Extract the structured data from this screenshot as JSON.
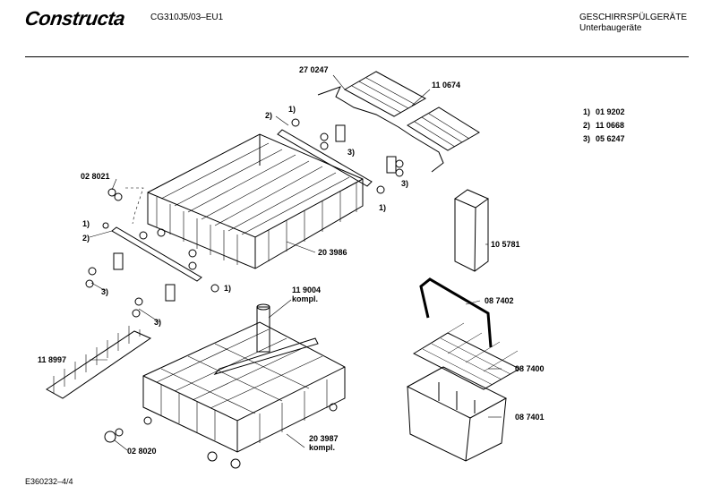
{
  "header": {
    "brand": "Constructa",
    "model": "CG310J5/03–EU1",
    "category_line1": "GESCHIRRSPÜLGERÄTE",
    "category_line2": "Unterbaugeräte"
  },
  "footer": {
    "doc_id": "E360232–4/4"
  },
  "legend": [
    {
      "key": "1)",
      "part": "01 9202"
    },
    {
      "key": "2)",
      "part": "11 0668"
    },
    {
      "key": "3)",
      "part": "05 6247"
    }
  ],
  "callouts": {
    "c1": "1)",
    "c2": "2)",
    "c3": "3)"
  },
  "parts": {
    "p270247": "27 0247",
    "p110674": "11 0674",
    "p028021": "02 8021",
    "p203986": "20 3986",
    "p105781": "10 5781",
    "p087402": "08 7402",
    "p119004": "11 9004",
    "p119004b": "kompl.",
    "p118997": "11 8997",
    "p087400": "08 7400",
    "p087401": "08 7401",
    "p028020": "02 8020",
    "p203987": "20 3987",
    "p203987b": "kompl."
  }
}
